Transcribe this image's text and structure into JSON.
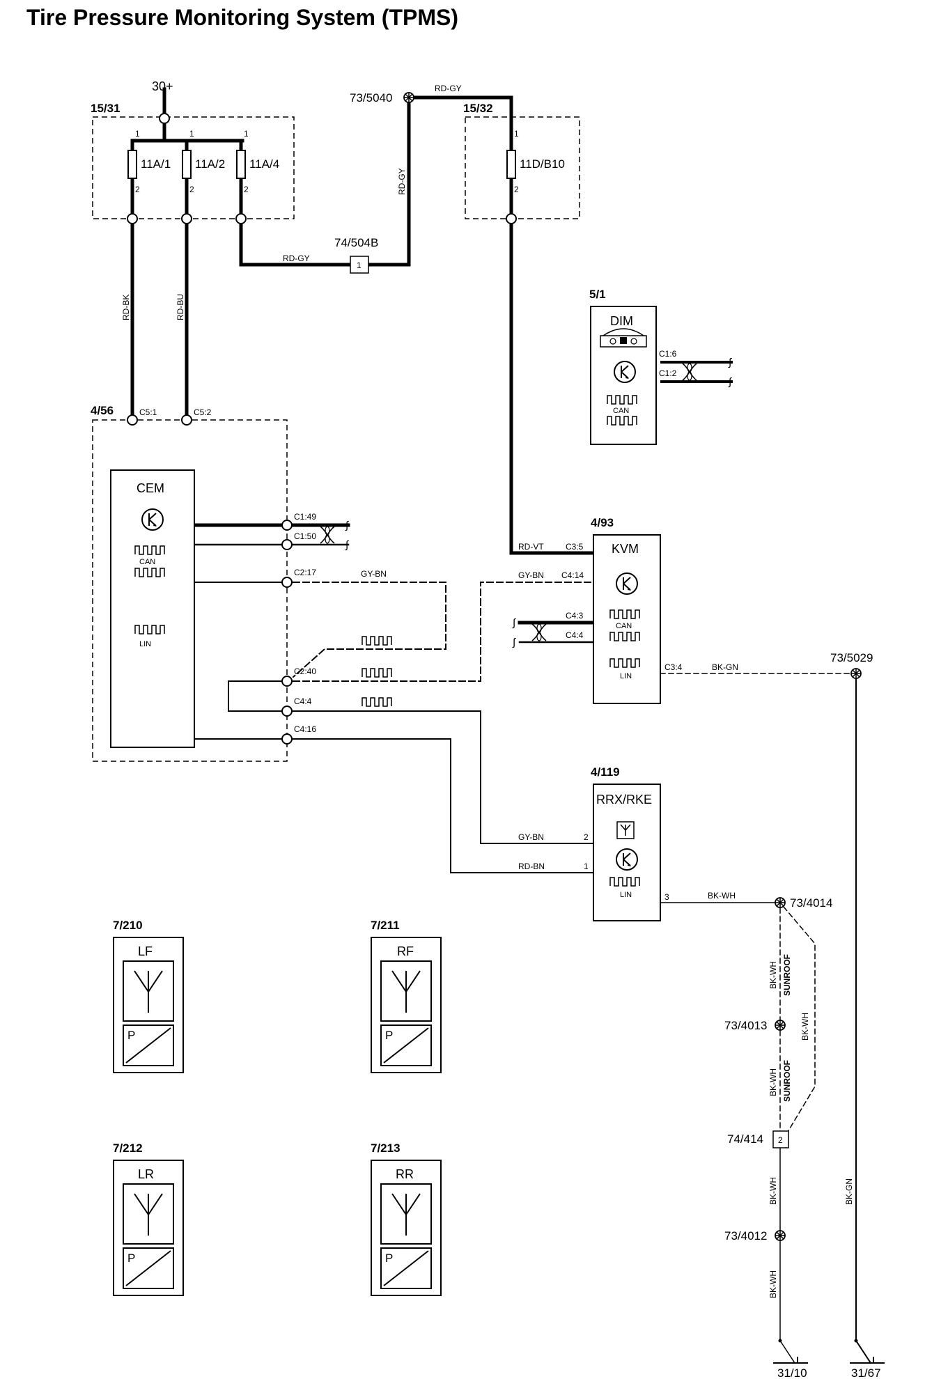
{
  "title": "Tire Pressure Monitoring System (TPMS)",
  "supply": {
    "label": "30+"
  },
  "fuse_box_1": {
    "ref": "15/31",
    "fuses": [
      {
        "name": "11A/1",
        "pin_in": "1",
        "pin_out": "2"
      },
      {
        "name": "11A/2",
        "pin_in": "1",
        "pin_out": "2"
      },
      {
        "name": "11A/4",
        "pin_in": "1",
        "pin_out": "2"
      }
    ]
  },
  "fuse_box_2": {
    "ref": "15/32",
    "fuses": [
      {
        "name": "11D/B10",
        "pin_in": "1",
        "pin_out": "2"
      }
    ]
  },
  "splices": [
    {
      "ref": "73/5040"
    },
    {
      "ref": "73/5029"
    },
    {
      "ref": "73/4014"
    },
    {
      "ref": "73/4013"
    },
    {
      "ref": "73/4012"
    }
  ],
  "connectors": [
    {
      "ref": "74/504B",
      "pin": "1"
    },
    {
      "ref": "74/414",
      "pin": "2"
    }
  ],
  "wires": {
    "rd_gy_top": "RD-GY",
    "rd_gy_vertical": "RD-GY",
    "rd_gy_bottom": "RD-GY",
    "rd_bk": "RD-BK",
    "rd_bu": "RD-BU",
    "rd_vt": "RD-VT",
    "gy_bn_cem": "GY-BN",
    "gy_bn_kvm": "GY-BN",
    "bk_gn_kvm": "BK-GN",
    "gy_bn_rrx": "GY-BN",
    "rd_bn_rrx": "RD-BN",
    "bk_wh_rrx": "BK-WH",
    "bk_wh_sunroof_1": "BK-WH",
    "bk_wh_sunroof_2": "BK-WH",
    "bk_wh_alt": "BK-WH",
    "bk_wh_414": "BK-WH",
    "bk_wh_4012": "BK-WH",
    "bk_gn_ground": "BK-GN",
    "sunroof_1": "SUNROOF",
    "sunroof_2": "SUNROOF"
  },
  "cem": {
    "ref": "4/56",
    "name": "CEM",
    "can": "CAN",
    "lin": "LIN",
    "pins": {
      "c5_1": "C5:1",
      "c5_2": "C5:2",
      "c1_49": "C1:49",
      "c1_50": "C1:50",
      "c2_17": "C2:17",
      "c2_40": "C2:40",
      "c4_4": "C4:4",
      "c4_16": "C4:16"
    }
  },
  "dim": {
    "ref": "5/1",
    "name": "DIM",
    "can": "CAN",
    "pins": {
      "c1_6": "C1:6",
      "c1_2": "C1:2"
    }
  },
  "kvm": {
    "ref": "4/93",
    "name": "KVM",
    "can": "CAN",
    "lin": "LIN",
    "pins": {
      "c3_5": "C3:5",
      "c4_14": "C4:14",
      "c4_3": "C4:3",
      "c4_4": "C4:4",
      "c3_4": "C3:4"
    }
  },
  "rrx": {
    "ref": "4/119",
    "name": "RRX/RKE",
    "lin": "LIN",
    "pins": {
      "p2": "2",
      "p1": "1",
      "p3": "3"
    }
  },
  "sensors": [
    {
      "ref": "7/210",
      "name": "LF",
      "pressure": "P"
    },
    {
      "ref": "7/211",
      "name": "RF",
      "pressure": "P"
    },
    {
      "ref": "7/212",
      "name": "LR",
      "pressure": "P"
    },
    {
      "ref": "7/213",
      "name": "RR",
      "pressure": "P"
    }
  ],
  "grounds": [
    {
      "ref": "31/10"
    },
    {
      "ref": "31/67"
    }
  ]
}
